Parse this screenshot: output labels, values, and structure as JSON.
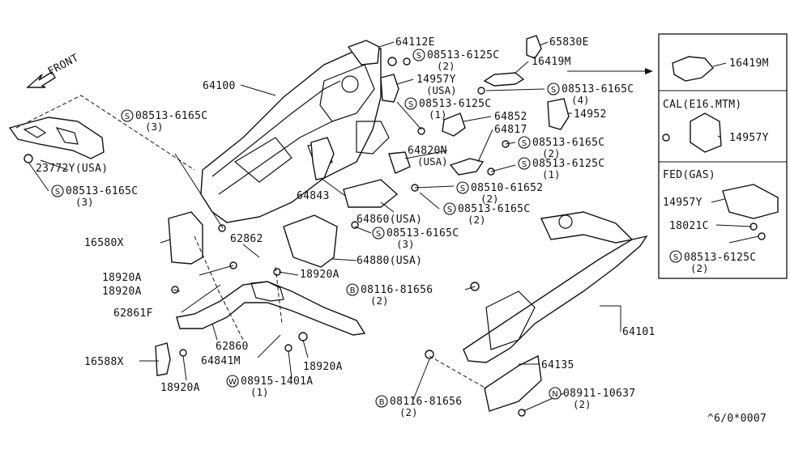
{
  "diagram": {
    "front_label": "FRONT",
    "footer_code": "^6/0*0007",
    "callouts": [
      {
        "id": "c64112E",
        "text": "64112E"
      },
      {
        "id": "c08513_6125C_a",
        "prefix": "S",
        "text": "08513-6125C",
        "qty": "(2)"
      },
      {
        "id": "c65830E",
        "text": "65830E"
      },
      {
        "id": "c16419M",
        "text": "16419M"
      },
      {
        "id": "c64100",
        "text": "64100"
      },
      {
        "id": "c14957Y_usa",
        "text": "14957Y",
        "sub": "(USA)"
      },
      {
        "id": "c08513_6165C_b",
        "prefix": "S",
        "text": "08513-6165C",
        "qty": "(4)"
      },
      {
        "id": "c08513_6125C_c",
        "prefix": "S",
        "text": "08513-6125C",
        "qty": "(1)"
      },
      {
        "id": "c64852",
        "text": "64852"
      },
      {
        "id": "c14952",
        "text": "14952"
      },
      {
        "id": "c08513_6165C_a",
        "prefix": "S",
        "text": "08513-6165C",
        "qty": "(3)"
      },
      {
        "id": "c64817",
        "text": "64817"
      },
      {
        "id": "c64820N",
        "text": "64820N",
        "sub": "(USA)"
      },
      {
        "id": "c08513_6165C_c",
        "prefix": "S",
        "text": "08513-6165C",
        "qty": "(2)"
      },
      {
        "id": "c08513_6125C_d",
        "prefix": "S",
        "text": "08513-6125C",
        "qty": "(1)"
      },
      {
        "id": "c23772Y",
        "text": "23772Y(USA)"
      },
      {
        "id": "c08513_6165C_d",
        "prefix": "S",
        "text": "08513-6165C",
        "qty": "(3)"
      },
      {
        "id": "c64843",
        "text": "64843"
      },
      {
        "id": "c08510_61652",
        "prefix": "S",
        "text": "08510-61652",
        "qty": "(2)"
      },
      {
        "id": "c64860",
        "text": "64860(USA)"
      },
      {
        "id": "c08513_6165C_e",
        "prefix": "S",
        "text": "08513-6165C",
        "qty": "(2)"
      },
      {
        "id": "c16580X",
        "text": "16580X"
      },
      {
        "id": "c62862",
        "text": "62862"
      },
      {
        "id": "c08513_6165C_f",
        "prefix": "S",
        "text": "08513-6165C",
        "qty": "(3)"
      },
      {
        "id": "c64880",
        "text": "64880(USA)"
      },
      {
        "id": "c18920A_1",
        "text": "18920A"
      },
      {
        "id": "c18920A_2",
        "text": "18920A"
      },
      {
        "id": "c18920A_3",
        "text": "18920A"
      },
      {
        "id": "c62861F",
        "text": "62861F"
      },
      {
        "id": "c08116_81656_a",
        "prefix": "B",
        "text": "08116-81656",
        "qty": "(2)"
      },
      {
        "id": "c64101",
        "text": "64101"
      },
      {
        "id": "c62860",
        "text": "62860"
      },
      {
        "id": "c64841M",
        "text": "64841M"
      },
      {
        "id": "c18920A_4",
        "text": "18920A"
      },
      {
        "id": "c16588X",
        "text": "16588X"
      },
      {
        "id": "c64135",
        "text": "64135"
      },
      {
        "id": "c18920A_5",
        "text": "18920A"
      },
      {
        "id": "c08915_1401A",
        "prefix": "W",
        "text": "08915-1401A",
        "qty": "(1)"
      },
      {
        "id": "c08116_81656_b",
        "prefix": "B",
        "text": "08116-81656",
        "qty": "(2)"
      },
      {
        "id": "c08911_10637",
        "prefix": "N",
        "text": "08911-10637",
        "qty": "(2)"
      }
    ],
    "inset": {
      "box1": {
        "part": "16419M"
      },
      "box2": {
        "title": "CAL(E16.MTM)",
        "part": "14957Y"
      },
      "box3": {
        "title": "FED(GAS)",
        "parts": [
          "14957Y",
          "18021C"
        ],
        "fastener": {
          "prefix": "S",
          "text": "08513-6125C",
          "qty": "(2)"
        }
      }
    }
  }
}
